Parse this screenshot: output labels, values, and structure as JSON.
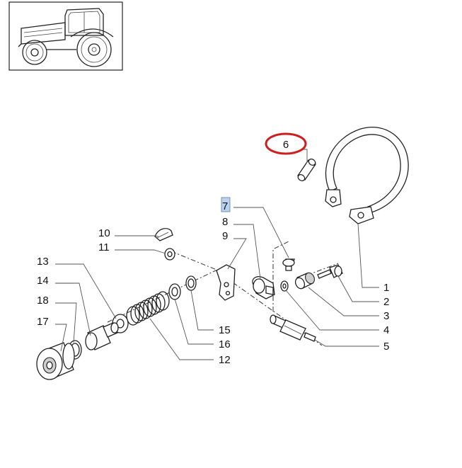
{
  "diagram": {
    "highlight_color": "#cc1f1f",
    "selected_color": "#b9d3ee",
    "thumbnail": {
      "icon": "tractor-icon"
    },
    "callouts": [
      {
        "id": "c1",
        "label": "1"
      },
      {
        "id": "c2",
        "label": "2"
      },
      {
        "id": "c3",
        "label": "3"
      },
      {
        "id": "c4",
        "label": "4"
      },
      {
        "id": "c5",
        "label": "5"
      },
      {
        "id": "c6",
        "label": "6",
        "circled": true
      },
      {
        "id": "c7",
        "label": "7",
        "selected": true
      },
      {
        "id": "c8",
        "label": "8"
      },
      {
        "id": "c9",
        "label": "9"
      },
      {
        "id": "c10",
        "label": "10"
      },
      {
        "id": "c11",
        "label": "11"
      },
      {
        "id": "c12",
        "label": "12"
      },
      {
        "id": "c13",
        "label": "13"
      },
      {
        "id": "c14",
        "label": "14"
      },
      {
        "id": "c15",
        "label": "15"
      },
      {
        "id": "c16",
        "label": "16"
      },
      {
        "id": "c17",
        "label": "17"
      },
      {
        "id": "c18",
        "label": "18"
      }
    ]
  }
}
